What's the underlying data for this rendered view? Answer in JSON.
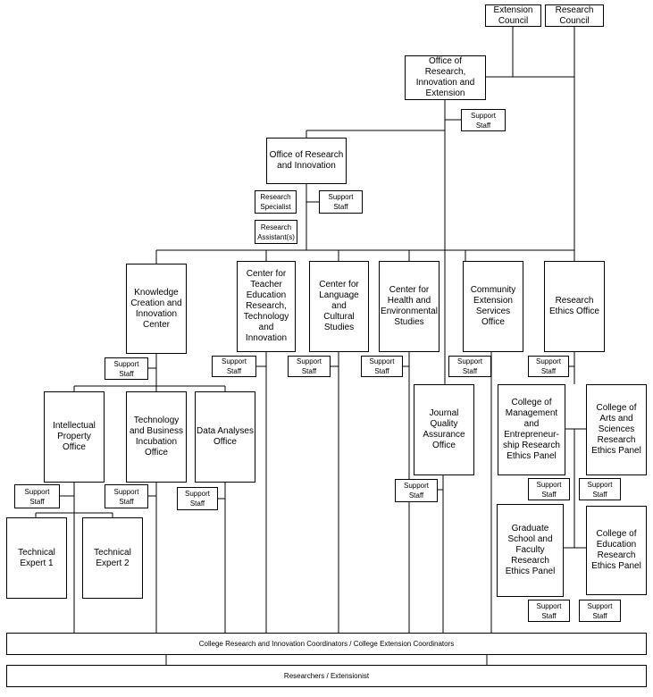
{
  "top": {
    "extension_council": "Extension\nCouncil",
    "research_council": "Research\nCouncil",
    "orie": "Office of\nResearch,\nInnovation and\nExtension",
    "orie_support": "Support\nStaff"
  },
  "ori": {
    "title": "Office of Research\nand Innovation",
    "specialist": "Research\nSpecialist",
    "support": "Support\nStaff",
    "assistant": "Research\nAssistant(s)"
  },
  "centers": {
    "kcic": "Knowledge\nCreation and\nInnovation\nCenter",
    "kcic_support": "Support\nStaff",
    "cte": "Center for\nTeacher\nEducation\nResearch,\nTechnology\nand\nInnovation",
    "cte_support": "Support\nStaff",
    "clcs": "Center for\nLanguage and\nCultural\nStudies",
    "clcs_support": "Support\nStaff",
    "ches": "Center for\nHealth and\nEnvironmental\nStudies",
    "ches_support": "Support\nStaff",
    "cesso": "Community\nExtension\nServices\nOffice",
    "cesso_support": "Support\nStaff",
    "reo": "Research\nEthics Office",
    "reo_support": "Support\nStaff"
  },
  "kcic_units": {
    "ipo": "Intellectual\nProperty\nOffice",
    "ipo_support": "Support\nStaff",
    "tbio": "Technology\nand Business\nIncubation\nOffice",
    "tbio_support": "Support\nStaff",
    "dao": "Data Analyses\nOffice",
    "dao_support": "Support\nStaff",
    "tech1": "Technical\nExpert 1",
    "tech2": "Technical\nExpert 2"
  },
  "jqao": {
    "title": "Journal\nQuality\nAssurance\nOffice",
    "support": "Support\nStaff"
  },
  "panels": {
    "cmer": "College of\nManagement\nand\nEntrepreneur-\nship Research\nEthics  Panel",
    "cmer_support": "Support\nStaff",
    "cas": "College of\nArts and\nSciences\nResearch\nEthics  Panel",
    "cas_support": "Support\nStaff",
    "gsf": "Graduate\nSchool and\nFaculty\nResearch\nEthics  Panel",
    "gsf_support": "Support\nStaff",
    "coe": "College of\nEducation\nResearch\nEthics  Panel",
    "coe_support": "Support\nStaff"
  },
  "bottom": {
    "coordinators": "College Research and Innovation Coordinators / College Extension Coordinators",
    "researchers": "Researchers / Extensionist"
  }
}
